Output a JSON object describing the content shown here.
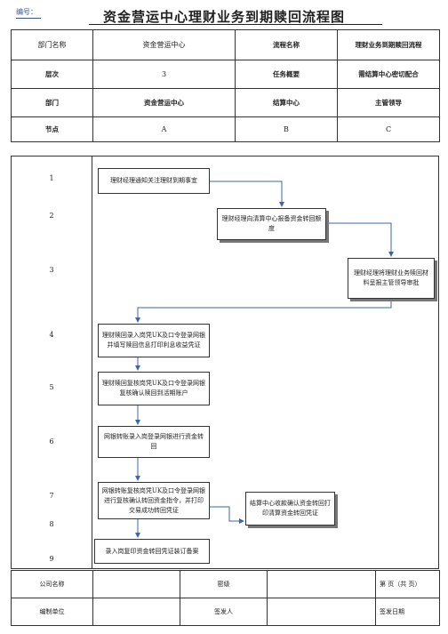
{
  "doc_number_label": "编号：",
  "title": "资金营运中心理财业务到期赎回流程图",
  "info_table": {
    "row1": [
      "部门名称",
      "资金营运中心",
      "流程名称",
      "理财业务到期赎回流程"
    ],
    "row2": [
      "层次",
      "3",
      "任务概要",
      "需结算中心密切配合"
    ],
    "row3": [
      "部门",
      "资金营运中心",
      "结算中心",
      "主管领导"
    ],
    "row4": [
      "节点",
      "A",
      "B",
      "C"
    ]
  },
  "row_numbers": [
    "1",
    "2",
    "3",
    "4",
    "5",
    "6",
    "7",
    "8",
    "9"
  ],
  "steps": [
    "理财经理通知关注理财到期事宜",
    "理财经理向清算中心报备资金转回额度",
    "理财经理将理财业务赎回材料呈报主管领导审批",
    "理财赎回录入岗凭UK及口令登录网银并填写赎回信息打印利息收益凭证",
    "理财赎回复核岗凭UK及口令登录网银复核确认赎回到活期账户",
    "网银转账录入岗登录网银进行资金转回",
    "网银转账复核岗凭UK及口令登录网银进行复核确认转回资金指令，并打印交易成功转回凭证",
    "结算中心收款确认资金转回打印清算资金转回凭证",
    "录入岗复印资金转回凭证装订备案"
  ],
  "footer": {
    "company_label": "公司名称",
    "secret_label": "密级",
    "page_label": "第    页（共    页）",
    "compiler_label": "编制单位",
    "issuer_label": "签发人",
    "issue_date_label": "签发日期"
  }
}
